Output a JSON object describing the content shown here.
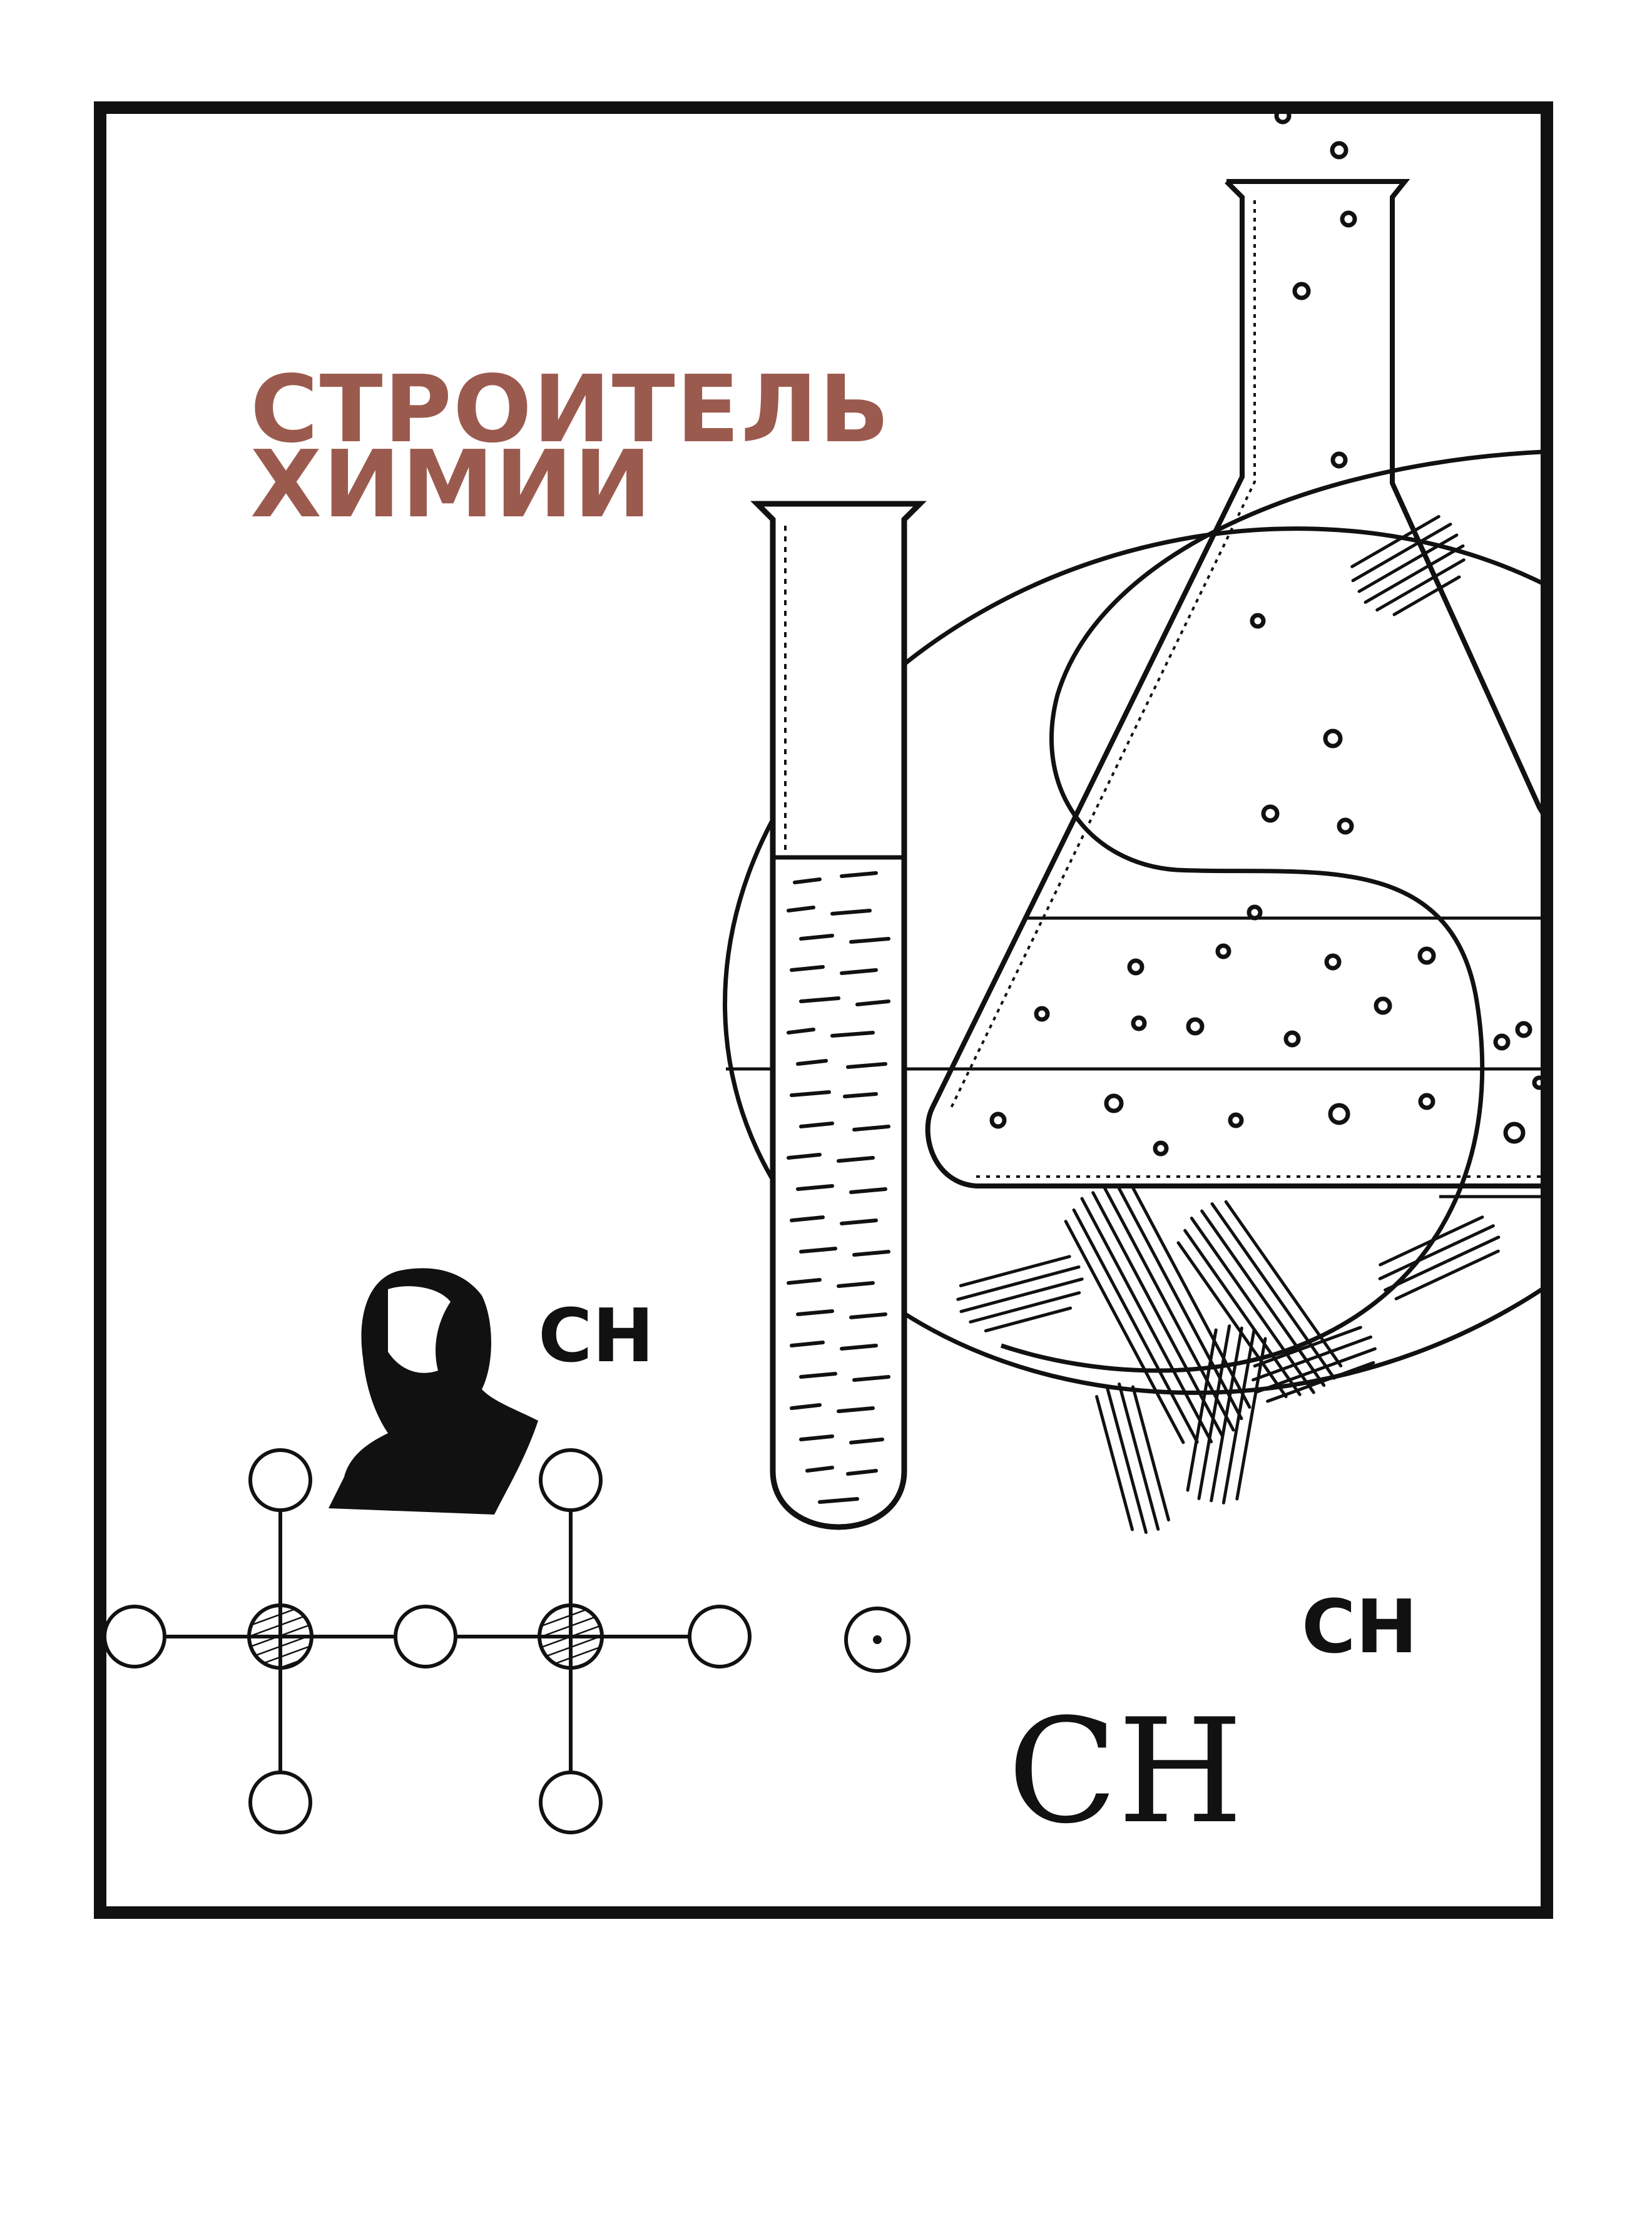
{
  "cover": {
    "title_line_1": "СТРОИТЕЛЬ",
    "title_line_2": "ХИМИИ",
    "formula_top": "CH",
    "formula_right": "CH",
    "formula_large": "CH"
  },
  "colors": {
    "title": "#9b5a4e",
    "ink": "#111111",
    "paper": "#ffffff"
  },
  "icons": [
    "test-tube-icon",
    "erlenmeyer-flask-icon",
    "molecule-model-icon",
    "portrait-silhouette-icon"
  ]
}
